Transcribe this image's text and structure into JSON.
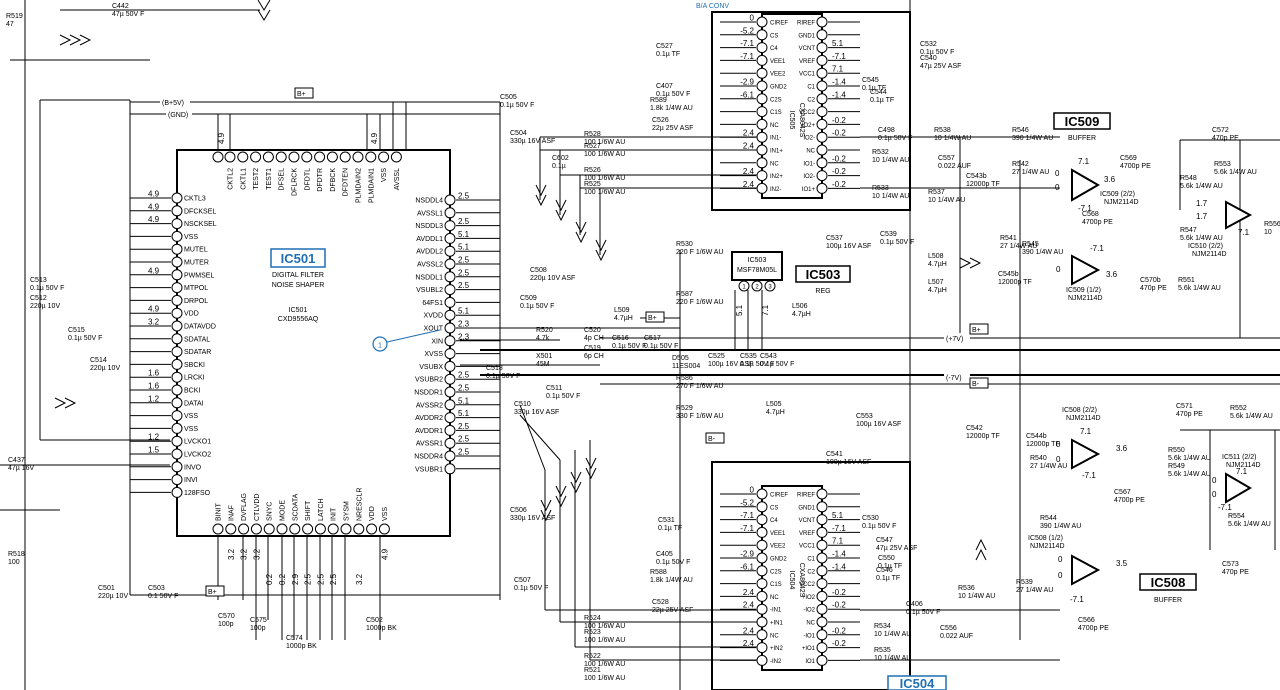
{
  "ic501": {
    "ref": "IC501",
    "line1": "DIGITAL FILTER",
    "line2": "NOISE SHAPER",
    "ic_num": "IC501",
    "part": "CXD9556AQ",
    "left_pins": [
      "CKTL3",
      "DFCKSEL",
      "NSCKSEL",
      "VSS",
      "MUTEL",
      "MUTER",
      "PWMSEL",
      "MTPOL",
      "DRPOL",
      "VDD",
      "DATAVDD",
      "SDATAL",
      "SDATAR",
      "SBCKI",
      "LRCKI",
      "BCKI",
      "DATAI",
      "VSS",
      "VSS",
      "LVCKO1",
      "LVCKO2",
      "INVO",
      "INVI",
      "128FSO"
    ],
    "left_volts": [
      "4.9",
      "4.9",
      "4.9",
      "",
      "",
      "",
      "4.9",
      "",
      "",
      "4.9",
      "3.2",
      "",
      "",
      "",
      "1.6",
      "1.6",
      "1.2",
      "",
      "",
      "1.2",
      "1.5",
      "",
      "",
      ""
    ],
    "right_pins": [
      "NSDDL4",
      "AVSSL1",
      "NSDDL3",
      "AVDDL1",
      "AVDDL2",
      "AVSSL2",
      "NSDDL1",
      "VSUBL2",
      "64FS1",
      "XVDD",
      "XOUT",
      "XIN",
      "XVSS",
      "VSUBX",
      "VSUBR2",
      "NSDDR1",
      "AVSSR2",
      "AVDDR2",
      "AVDDR1",
      "AVSSR1",
      "NSDDR4",
      "VSUBR1"
    ],
    "right_volts": [
      "2.5",
      "",
      "2.5",
      "5.1",
      "5.1",
      "2.5",
      "2.5",
      "2.5",
      "",
      "5.1",
      "2.3",
      "2.3",
      "",
      "",
      "2.5",
      "2.5",
      "5.1",
      "5.1",
      "2.5",
      "2.5",
      "2.5",
      ""
    ],
    "top_pins": [
      "CKTL2",
      "CKTL1",
      "TEST2",
      "TEST1",
      "DFSEL",
      "DFLRCK",
      "DFDTL",
      "DFDTR",
      "DFBCK",
      "DFDTEN",
      "PLMDAIN2",
      "PLMDAIN1",
      "VSS",
      "AVSSL"
    ],
    "bottom_pins": [
      "BINIT",
      "INAF",
      "DVFLAG",
      "CTLVDD",
      "SNYC",
      "MODE",
      "SCDATA",
      "SHIFT",
      "LATCH",
      "INIT",
      "SYSM",
      "NRESCLR",
      "VDD",
      "VSS"
    ],
    "bottom_volts": [
      "",
      "3.2",
      "3.2",
      "3.2",
      "",
      "",
      "",
      "",
      "",
      "",
      "",
      "",
      "",
      "4.9"
    ],
    "bottom_volts2": [
      "",
      "",
      "",
      "",
      "0.2",
      "0.2",
      "2.9",
      "2.5",
      "2.5",
      "2.5",
      "",
      "3.2",
      "",
      ""
    ]
  },
  "ic505": {
    "ref": "IC505",
    "part": "CXA8042S",
    "title": "B/A CONV",
    "left_pins": [
      "CIREF",
      "CS",
      "C4",
      "VEE1",
      "VEE2",
      "GND2",
      "C2S",
      "C1S",
      "NC",
      "IN1-",
      "IN1+",
      "NC",
      "IN2+",
      "IN2-"
    ],
    "left_volts": [
      "0",
      "-5.2",
      "-7.1",
      "-7.1",
      "",
      "-2.9",
      "-6.1",
      "",
      "",
      "2.4",
      "2.4",
      "",
      "2.4",
      "2.4"
    ],
    "right_pins": [
      "RIREF",
      "GND1",
      "VCNT",
      "VREF",
      "VCC1",
      "C1",
      "C2",
      "VCC2",
      "IO2+",
      "IO2-",
      "NC",
      "IO1-",
      "IO2-",
      "IO1+"
    ],
    "right_volts": [
      "",
      "",
      "5.1",
      "-7.1",
      "7.1",
      "-1.4",
      "-1.4",
      "",
      "-0.2",
      "-0.2",
      "",
      "-0.2",
      "-0.2",
      "-0.2"
    ]
  },
  "ic504": {
    "ref": "IC504",
    "part": "CXA8042S",
    "left_pins": [
      "CIREF",
      "CS",
      "C4",
      "VEE1",
      "VEE2",
      "GND2",
      "C2S",
      "C1S",
      "NC",
      "-IN1",
      "+IN1",
      "NC",
      "+IN2",
      "-IN2"
    ],
    "left_volts": [
      "0",
      "-5.2",
      "-7.1",
      "-7.1",
      "",
      "-2.9",
      "-6.1",
      "",
      "2.4",
      "2.4",
      "",
      "2.4",
      "2.4",
      ""
    ],
    "right_pins": [
      "RIREF",
      "GND1",
      "VCNT",
      "VREF",
      "VCC1",
      "C1",
      "C2",
      "VCC2",
      "+IO2",
      "-IO2",
      "NC",
      "-IO1",
      "+IO1",
      "IO1"
    ],
    "right_volts": [
      "",
      "",
      "5.1",
      "-7.1",
      "7.1",
      "-1.4",
      "-1.4",
      "",
      "-0.2",
      "-0.2",
      "",
      "-0.2",
      "-0.2",
      ""
    ]
  },
  "ic503": {
    "ref": "IC503",
    "part": "MSF78M05L",
    "label": "IC503",
    "sub": "REG",
    "pins": [
      "1",
      "2",
      "3"
    ],
    "volts": [
      "5.1",
      "",
      "7.1"
    ]
  },
  "ic509": {
    "ref": "IC509",
    "sub": "BUFFER",
    "a_label": "IC509 (2/2)",
    "a_part": "NJM2114D",
    "b_label": "IC509 (1/2)",
    "b_part": "NJM2114D",
    "a_volts": [
      "0",
      "0",
      "-7.1",
      "7.1",
      "3.6"
    ],
    "b_volts": [
      "-7.1",
      "0",
      "3.6"
    ]
  },
  "ic508": {
    "ref": "IC508",
    "sub": "BUFFER",
    "a_label": "IC508 (2/2)",
    "a_part": "NJM2114D",
    "b_label": "IC508 (1/2)",
    "b_part": "NJM2114D",
    "a_volts": [
      "7.1",
      "0",
      "0",
      "-7.1",
      "3.6"
    ],
    "b_volts": [
      "0",
      "0",
      "-7.1",
      "3.5"
    ]
  },
  "ic510": {
    "label": "IC510 (2/2)",
    "part": "NJM2114D",
    "volts": [
      "1.7",
      "1.7",
      "7.1"
    ]
  },
  "ic511": {
    "label": "IC511 (2/2)",
    "part": "NJM2114D",
    "volts": [
      "7.1",
      "0",
      "0",
      "-7.1"
    ]
  },
  "rails": {
    "v5": "(B+5V)",
    "gnd": "(GND)",
    "pos7": "(+7V)",
    "neg7": "(-7V)",
    "bplus": "B+",
    "bminus": "B-"
  },
  "markers": {
    "pin1": "1"
  },
  "components": [
    {
      "ref": "R519",
      "val": "47"
    },
    {
      "ref": "C442",
      "val": "47µ 50V F"
    },
    {
      "ref": "C513",
      "val": "0.1µ 50V F"
    },
    {
      "ref": "C512",
      "val": "220µ 10V"
    },
    {
      "ref": "C515",
      "val": "0.1µ 50V F"
    },
    {
      "ref": "C514",
      "val": "220µ 10V"
    },
    {
      "ref": "C437",
      "val": "47µ 16V"
    },
    {
      "ref": "R518",
      "val": "100"
    },
    {
      "ref": "C501",
      "val": "220µ 10V"
    },
    {
      "ref": "C503",
      "val": "0.1 50V F"
    },
    {
      "ref": "C570",
      "val": "100p"
    },
    {
      "ref": "C575",
      "val": "100p"
    },
    {
      "ref": "C574",
      "val": "1000p BK"
    },
    {
      "ref": "C502",
      "val": "1000p BK"
    },
    {
      "ref": "C505",
      "val": "0.1µ 50V F"
    },
    {
      "ref": "C504",
      "val": "330µ 16V ASF"
    },
    {
      "ref": "C602",
      "val": "0.1µ"
    },
    {
      "ref": "C508",
      "val": "220µ 10V ASF"
    },
    {
      "ref": "C509",
      "val": "0.1µ 50V F"
    },
    {
      "ref": "R520",
      "val": "4.7k"
    },
    {
      "ref": "X501",
      "val": "45M"
    },
    {
      "ref": "C520",
      "val": "4p CH"
    },
    {
      "ref": "C519",
      "val": "6p CH"
    },
    {
      "ref": "C516",
      "val": "0.1µ 50V F"
    },
    {
      "ref": "C517",
      "val": "0.1µ 50V F"
    },
    {
      "ref": "C518",
      "val": "0.1µ 50V F"
    },
    {
      "ref": "C511",
      "val": "0.1µ 50V F"
    },
    {
      "ref": "C510",
      "val": "330µ 16V ASF"
    },
    {
      "ref": "C506",
      "val": "330µ 16V ASF"
    },
    {
      "ref": "C507",
      "val": "0.1µ 50V F"
    },
    {
      "ref": "L509",
      "val": "4.7µH"
    },
    {
      "ref": "R528",
      "val": "100 1/6W AU"
    },
    {
      "ref": "R527",
      "val": "100 1/6W AU"
    },
    {
      "ref": "R526",
      "val": "100 1/6W AU"
    },
    {
      "ref": "R525",
      "val": "100 1/6W AU"
    },
    {
      "ref": "R524",
      "val": "100 1/6W AU"
    },
    {
      "ref": "R523",
      "val": "100 1/6W AU"
    },
    {
      "ref": "R522",
      "val": "100 1/6W AU"
    },
    {
      "ref": "R521",
      "val": "100 1/6W AU"
    },
    {
      "ref": "C527",
      "val": "0.1µ TF"
    },
    {
      "ref": "C407",
      "val": "0.1µ 50V F"
    },
    {
      "ref": "R589",
      "val": "1.8k 1/4W AU"
    },
    {
      "ref": "C526",
      "val": "22µ 25V ASF"
    },
    {
      "ref": "R530",
      "val": "220 F 1/6W AU"
    },
    {
      "ref": "R587",
      "val": "220 F 1/6W AU"
    },
    {
      "ref": "R586",
      "val": "270 F 1/6W AU"
    },
    {
      "ref": "R529",
      "val": "330 F 1/6W AU"
    },
    {
      "ref": "D505",
      "val": "11ES004"
    },
    {
      "ref": "C525",
      "val": "100µ 16V ASF"
    },
    {
      "ref": "C535",
      "val": "0.1µ 50V F"
    },
    {
      "ref": "C543",
      "val": "0.1µ 50V F"
    },
    {
      "ref": "L506",
      "val": "4.7µH"
    },
    {
      "ref": "L505",
      "val": "4.7µH"
    },
    {
      "ref": "C537",
      "val": "100µ 16V ASF"
    },
    {
      "ref": "C539",
      "val": "0.1µ 50V F"
    },
    {
      "ref": "C541",
      "val": "100µ 16V ASF"
    },
    {
      "ref": "C553",
      "val": "100µ 16V ASF"
    },
    {
      "ref": "L508",
      "val": "4.7µH"
    },
    {
      "ref": "L507",
      "val": "4.7µH"
    },
    {
      "ref": "C532",
      "val": "0.1µ 50V F"
    },
    {
      "ref": "C540",
      "val": "47µ 25V ASF"
    },
    {
      "ref": "C545",
      "val": "0.1µ TF"
    },
    {
      "ref": "C544",
      "val": "0.1µ TF"
    },
    {
      "ref": "C498",
      "val": "0.1µ 50V F"
    },
    {
      "ref": "R532",
      "val": "10 1/4W AU"
    },
    {
      "ref": "R538",
      "val": "10 1/4W AU"
    },
    {
      "ref": "R537",
      "val": "10 1/4W AU"
    },
    {
      "ref": "R533",
      "val": "10 1/4W AU"
    },
    {
      "ref": "C557",
      "val": "0.022 AUF"
    },
    {
      "ref": "C543b",
      "val": "12000p TF"
    },
    {
      "ref": "R546",
      "val": "390 1/4W AU"
    },
    {
      "ref": "R542",
      "val": "27 1/4W AU"
    },
    {
      "ref": "C569",
      "val": "4700p PE"
    },
    {
      "ref": "R545",
      "val": "390 1/4W AU"
    },
    {
      "ref": "C568",
      "val": "4700p PE"
    },
    {
      "ref": "R541",
      "val": "27 1/4W AU"
    },
    {
      "ref": "C545b",
      "val": "12000p TF"
    },
    {
      "ref": "C572",
      "val": "470p PE"
    },
    {
      "ref": "R548",
      "val": "5.6k 1/4W AU"
    },
    {
      "ref": "R553",
      "val": "5.6k 1/4W AU"
    },
    {
      "ref": "R547",
      "val": "5.6k 1/4W AU"
    },
    {
      "ref": "C570b",
      "val": "470p PE"
    },
    {
      "ref": "R551",
      "val": "5.6k 1/4W AU"
    },
    {
      "ref": "C531",
      "val": "0.1µ TF"
    },
    {
      "ref": "C405",
      "val": "0.1µ 50V F"
    },
    {
      "ref": "R588",
      "val": "1.8k 1/4W AU"
    },
    {
      "ref": "C528",
      "val": "22µ 25V ASF"
    },
    {
      "ref": "C530",
      "val": "0.1µ 50V F"
    },
    {
      "ref": "C547",
      "val": "47µ 25V ASF"
    },
    {
      "ref": "C550",
      "val": "0.1µ TF"
    },
    {
      "ref": "C546",
      "val": "0.1µ TF"
    },
    {
      "ref": "C406",
      "val": "0.1µ 50V F"
    },
    {
      "ref": "R534",
      "val": "10 1/4W AU"
    },
    {
      "ref": "R536",
      "val": "10 1/4W AU"
    },
    {
      "ref": "R535",
      "val": "10 1/4W AU"
    },
    {
      "ref": "C556",
      "val": "0.022 AUF"
    },
    {
      "ref": "C542",
      "val": "12000p TF"
    },
    {
      "ref": "C544b",
      "val": "12000p TF"
    },
    {
      "ref": "R540",
      "val": "27 1/4W AU"
    },
    {
      "ref": "R544",
      "val": "390 1/4W AU"
    },
    {
      "ref": "C567",
      "val": "4700p PE"
    },
    {
      "ref": "R539",
      "val": "27 1/4W AU"
    },
    {
      "ref": "C566",
      "val": "4700p PE"
    },
    {
      "ref": "R550",
      "val": "5.6k 1/4W AU"
    },
    {
      "ref": "R549",
      "val": "5.6k 1/4W AU"
    },
    {
      "ref": "C571",
      "val": "470p PE"
    },
    {
      "ref": "R552",
      "val": "5.6k 1/4W AU"
    },
    {
      "ref": "R554",
      "val": "5.6k 1/4W AU"
    },
    {
      "ref": "C573",
      "val": "470p PE"
    },
    {
      "ref": "R556",
      "val": "10"
    }
  ]
}
